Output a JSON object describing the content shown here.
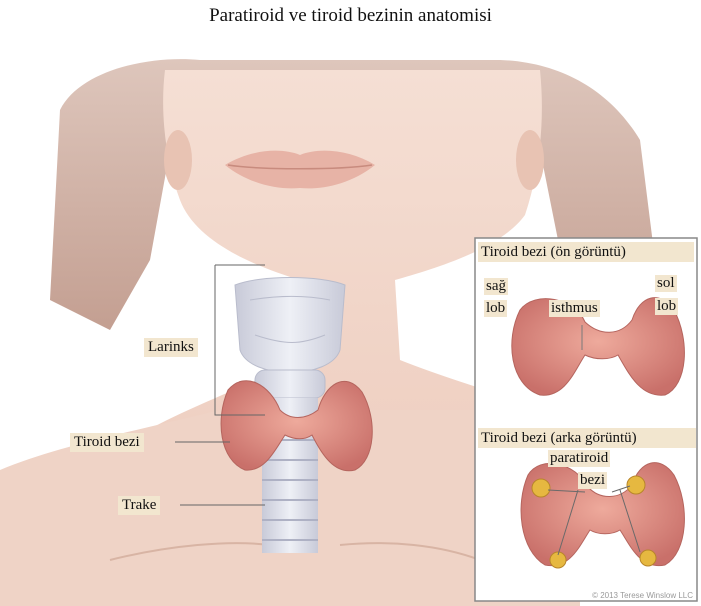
{
  "title": "Paratiroid ve tiroid bezinin anatomisi",
  "labels": {
    "larynx": "Larinks",
    "thyroid": "Tiroid bezi",
    "trachea": "Trake"
  },
  "inset_front": {
    "header": "Tiroid bezi (ön görüntü)",
    "right_lobe_1": "sağ",
    "right_lobe_2": "lob",
    "isthmus": "isthmus",
    "left_lobe_1": "sol",
    "left_lobe_2": "lob"
  },
  "inset_back": {
    "header": "Tiroid bezi (arka görüntü)",
    "parathyroid_1": "paratiroid",
    "parathyroid_2": "bezi"
  },
  "copyright": "© 2013 Terese Winslow LLC",
  "colors": {
    "label_bg": "#f2e6cf",
    "skin": "#efd3c6",
    "hair": "#c9a99a",
    "thyroid": "#d98c80",
    "parathyroid": "#e6b840",
    "cartilage": "#d9dbe6"
  }
}
